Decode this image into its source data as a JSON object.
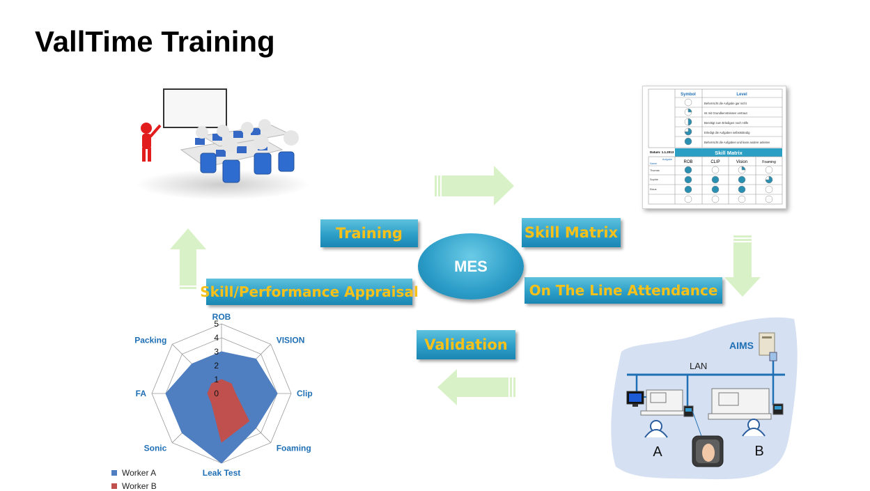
{
  "title": "VallTime Training",
  "flow_boxes": {
    "training": "Training",
    "skill_matrix": "Skill Matrix",
    "on_the_line_attendance": "On The Line Attendance",
    "validation": "Validation",
    "appraisal": "Skill/Performance Appraisal"
  },
  "center": "MES",
  "colors": {
    "box_blue": "#2d9fc8",
    "box_text": "#f7c11a",
    "arrow": "#d8f1c6",
    "worker_a": "#4f7fc1",
    "worker_b": "#c0504d",
    "label_blue": "#1f6fb5"
  },
  "skill_matrix_doc": {
    "symbol_header": "Symbol",
    "level_header": "Level",
    "levels": [
      "Beherrscht die Aufgabe gar nicht",
      "Ist mit Grundkenntnissen vertraut",
      "Benötigt zum Erledigen noch Hilfe",
      "Erledigt die Aufgaben selbstständig",
      "Beherrscht die Aufgaben und kann andere anleiten"
    ],
    "date_label": "Datum: 1.1.2013",
    "matrix_title": "Skill Matrix",
    "corner_top": "Aufgabe",
    "corner_bottom": "Name",
    "tasks": [
      "ROB",
      "CLIP",
      "Vision",
      "Foaming"
    ],
    "names": [
      "Thomas",
      "Sophie",
      "Klaus",
      ""
    ]
  },
  "network": {
    "aims": "AIMS",
    "lan": "LAN",
    "station_a": "A",
    "station_b": "B"
  },
  "chart_data": {
    "type": "radar",
    "categories": [
      "ROB",
      "VISION",
      "Clip",
      "Foaming",
      "Leak Test",
      "Sonic",
      "FA",
      "Packing"
    ],
    "radial_ticks": [
      "0",
      "1",
      "2",
      "3",
      "4",
      "5"
    ],
    "rlim": [
      0,
      5
    ],
    "series": [
      {
        "name": "Worker A",
        "values": [
          3,
          3.5,
          4,
          3.5,
          5,
          4,
          4,
          3
        ]
      },
      {
        "name": "Worker B",
        "values": [
          1,
          1,
          1,
          2.8,
          3.5,
          1,
          1,
          1
        ]
      }
    ],
    "legend_position": "bottom-left"
  }
}
